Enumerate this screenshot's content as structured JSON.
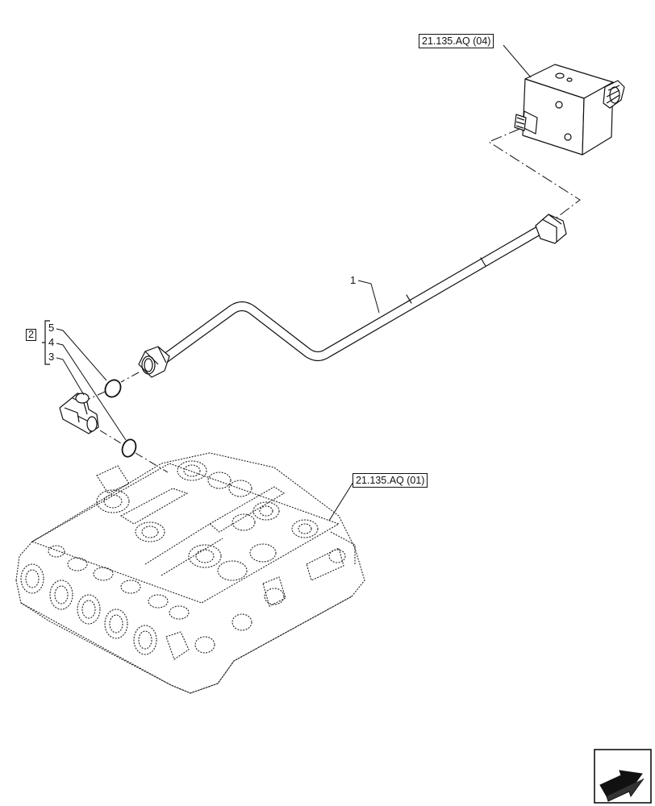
{
  "refs": {
    "top_right": "21.135.AQ (04)",
    "middle_right": "21.135.AQ (01)"
  },
  "callouts": {
    "pipe": "1",
    "kit": "2",
    "elbow": "3",
    "oring_lower": "4",
    "oring_upper": "5"
  },
  "icons": {
    "nav": "next-page-arrow-icon"
  }
}
